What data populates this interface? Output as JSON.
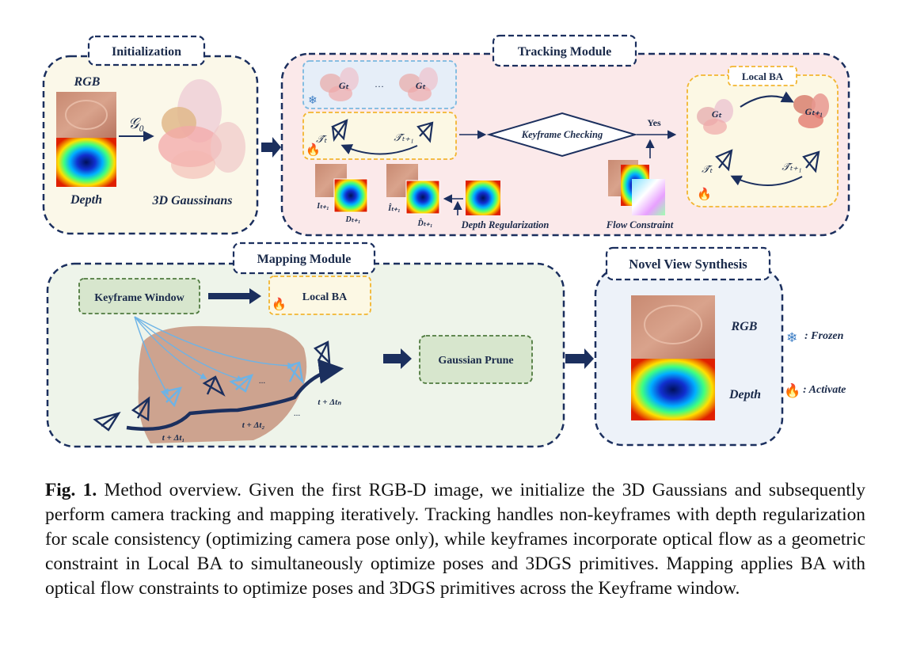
{
  "initialization": {
    "title": "Initialization",
    "rgb_label": "RGB",
    "depth_label": "Depth",
    "g0_label": "𝒢₀",
    "gaussians_label": "3D Gaussinans"
  },
  "tracking": {
    "title": "Tracking Module",
    "gt_label": "Gₜ",
    "dots": "···",
    "pose_t": "𝒯̂ₜ",
    "pose_t1": "𝒯̂ₜ₊₁",
    "keyframe_checking": "Keyframe Checking",
    "yes_label": "Yes",
    "i_t1": "Iₜ₊₁",
    "d_t1": "Dₜ₊₁",
    "ihat_t1": "Îₜ₊₁",
    "dhat_t1": "D̂ₜ₊₁",
    "depth_regularization": "Depth Regularization",
    "flow_constraint": "Flow Constraint",
    "local_ba_title": "Local BA",
    "g_t1": "Gₜ₊₁"
  },
  "mapping": {
    "title": "Mapping Module",
    "keyframe_window": "Keyframe Window",
    "local_ba": "Local BA",
    "gaussian_prune": "Gaussian Prune",
    "dt1": "t + Δt₁",
    "dt2": "t + Δt₂",
    "dtn": "t + Δtₙ",
    "dots": "..."
  },
  "nvs": {
    "title": "Novel View Synthesis",
    "rgb_label": "RGB",
    "depth_label": "Depth"
  },
  "legend": {
    "frozen": ": Frozen",
    "activate": ": Activate"
  },
  "caption": {
    "label": "Fig. 1.",
    "text": "Method overview. Given the first RGB-D image, we initialize the 3D Gaussians and subsequently perform camera tracking and mapping iteratively. Tracking handles non-keyframes with depth regularization for scale consistency (optimizing camera pose only), while keyframes incorporate optical flow as a geometric constraint in Local BA to simultaneously optimize poses and 3DGS primitives. Mapping applies BA with optical flow constraints to optimize poses and 3DGS primitives across the Keyframe window."
  },
  "colors": {
    "navy": "#1b2f5e",
    "init_bg": "#fbf8e9",
    "tracking_bg": "#fbe9ea",
    "mapping_bg": "#eef4ea",
    "nvs_bg": "#edf2f9",
    "orange_dash": "#f2b530",
    "green_dash": "#4f7a3e",
    "blue_dash": "#7ab8e0"
  }
}
